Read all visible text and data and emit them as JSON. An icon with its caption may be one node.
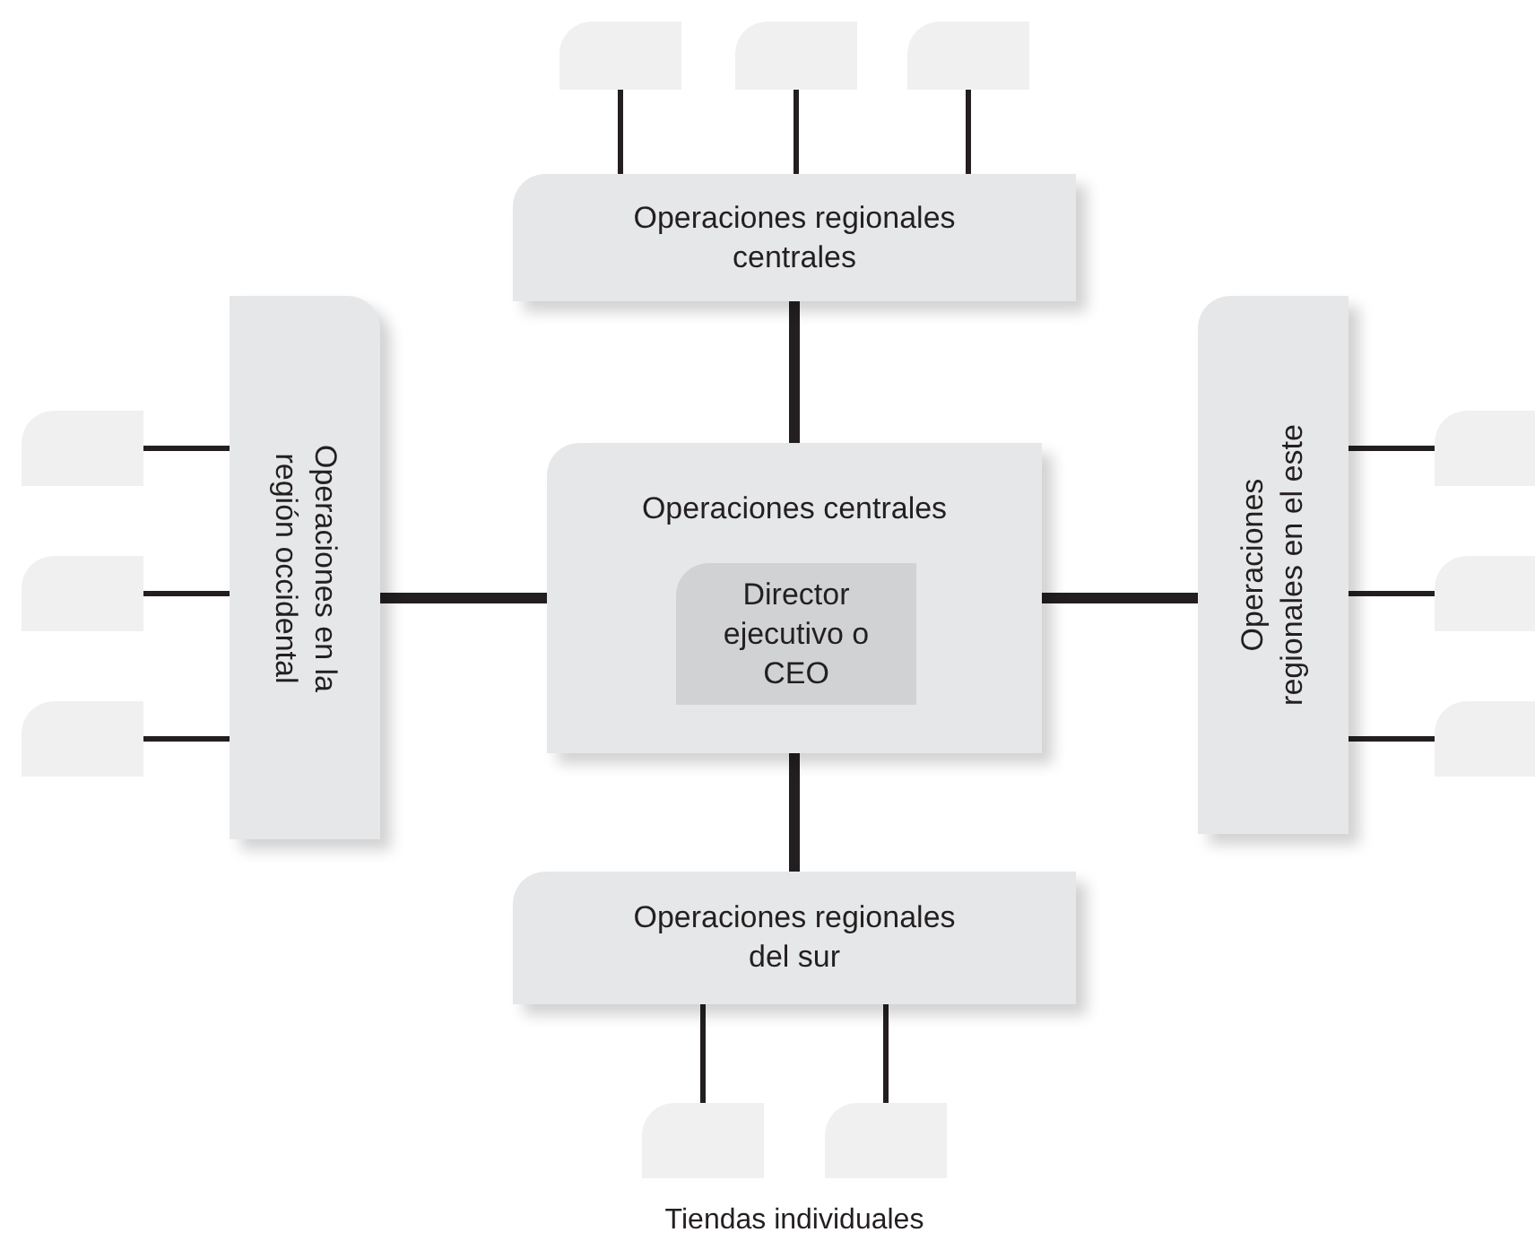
{
  "diagram": {
    "nodes": [
      {
        "text": [],
        "shape": "box"
      },
      {
        "text": [],
        "shape": "box"
      },
      {
        "text": [],
        "shape": "box"
      },
      {
        "text": [
          "Operaciones regionales centrales"
        ]
      },
      {
        "text": [],
        "shape": "box"
      },
      {
        "text": [],
        "shape": "box"
      },
      {
        "text": [],
        "shape": "box"
      },
      {
        "text": [
          "Operaciones en la región occidental"
        ]
      },
      {
        "text": [
          "Operaciones centrales"
        ]
      },
      {
        "text": [
          "Director ejecutivo o CEO"
        ],
        "in": 8
      },
      {
        "text": [
          "Operaciones regionales en el este"
        ]
      },
      {
        "text": [],
        "shape": "box"
      },
      {
        "text": [],
        "shape": "box"
      },
      {
        "text": [],
        "shape": "box"
      },
      {
        "text": [
          "Operaciones regionales del sur"
        ]
      },
      {
        "text": [],
        "shape": "box"
      },
      {
        "text": [],
        "shape": "box"
      }
    ],
    "edges": [
      {
        "from": 3,
        "to": 0,
        "arrow": "none"
      },
      {
        "from": 3,
        "to": 1,
        "arrow": "none"
      },
      {
        "from": 3,
        "to": 2,
        "arrow": "none"
      },
      {
        "from": 7,
        "to": 4,
        "arrow": "none"
      },
      {
        "from": 7,
        "to": 5,
        "arrow": "none"
      },
      {
        "from": 7,
        "to": 6,
        "arrow": "none"
      },
      {
        "from": 8,
        "to": 3,
        "arrow": "none",
        "style": "thick"
      },
      {
        "from": 8,
        "to": 7,
        "arrow": "none",
        "style": "thick"
      },
      {
        "from": 8,
        "to": 10,
        "arrow": "none",
        "style": "thick"
      },
      {
        "from": 8,
        "to": 14,
        "arrow": "none",
        "style": "thick"
      },
      {
        "from": 10,
        "to": 11,
        "arrow": "none"
      },
      {
        "from": 10,
        "to": 12,
        "arrow": "none"
      },
      {
        "from": 10,
        "to": 13,
        "arrow": "none"
      },
      {
        "from": 14,
        "to": 15,
        "arrow": "none"
      },
      {
        "from": 14,
        "to": 16,
        "arrow": "none"
      }
    ],
    "labels": [
      "Tiendas individuales"
    ]
  }
}
